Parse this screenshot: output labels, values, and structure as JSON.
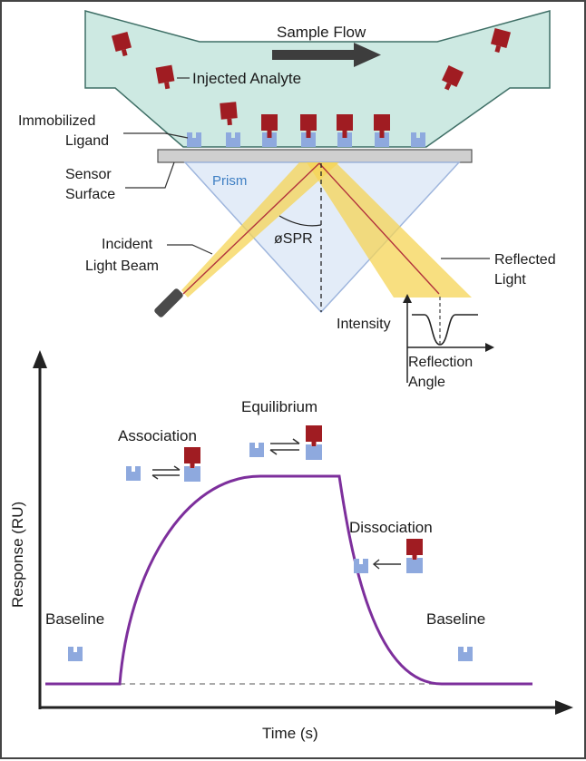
{
  "labels": {
    "sample_flow": "Sample Flow",
    "injected_analyte": "Injected Analyte",
    "immobilized_ligand_1": "Immobilized",
    "immobilized_ligand_2": "Ligand",
    "sensor_surface_1": "Sensor",
    "sensor_surface_2": "Surface",
    "prism": "Prism",
    "theta_spr": "øSPR",
    "incident_1": "Incident",
    "incident_2": "Light Beam",
    "reflected_1": "Reflected",
    "reflected_2": "Light",
    "intensity": "Intensity",
    "reflection_angle_1": "Reflection",
    "reflection_angle_2": "Angle"
  },
  "sensorgram": {
    "y_axis_label": "Response (RU)",
    "x_axis_label": "Time (s)",
    "phases": {
      "baseline_start": "Baseline",
      "association": "Association",
      "equilibrium": "Equilibrium",
      "dissociation": "Dissociation",
      "baseline_end": "Baseline"
    }
  },
  "colors": {
    "channel_fill": "#cde9e2",
    "channel_stroke": "#3f6f66",
    "analyte": "#a01c22",
    "ligand": "#8ea9de",
    "beam": "#f5d456",
    "prism_fill": "#e3ecf8",
    "prism_stroke": "#9fb6dd",
    "curve": "#7d2f9c",
    "prism_label": "#3f7fc3"
  }
}
